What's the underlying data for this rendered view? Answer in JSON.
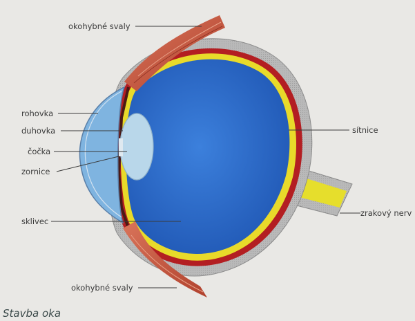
{
  "labels": {
    "eye_muscles_top": "okohybné svaly",
    "cornea": "rohovka",
    "iris": "duhovka",
    "lens": "čočka",
    "pupil": "zornice",
    "vitreous": "sklivec",
    "retina": "sítnice",
    "optic_nerve": "zrakový nerv",
    "eye_muscles_bottom": "okohybné svaly"
  },
  "caption": "Stavba oka",
  "colors": {
    "paper": "#e9e8e5",
    "sclera": "#b5b5b5",
    "choroid": "#b31e22",
    "retina": "#e8da2a",
    "vitreous": "#2f6fd0",
    "lens": "#b9d7ea",
    "cornea": "#7fb4e0",
    "muscle": "#c8553a",
    "optic_nerve": "#e6de2c"
  }
}
